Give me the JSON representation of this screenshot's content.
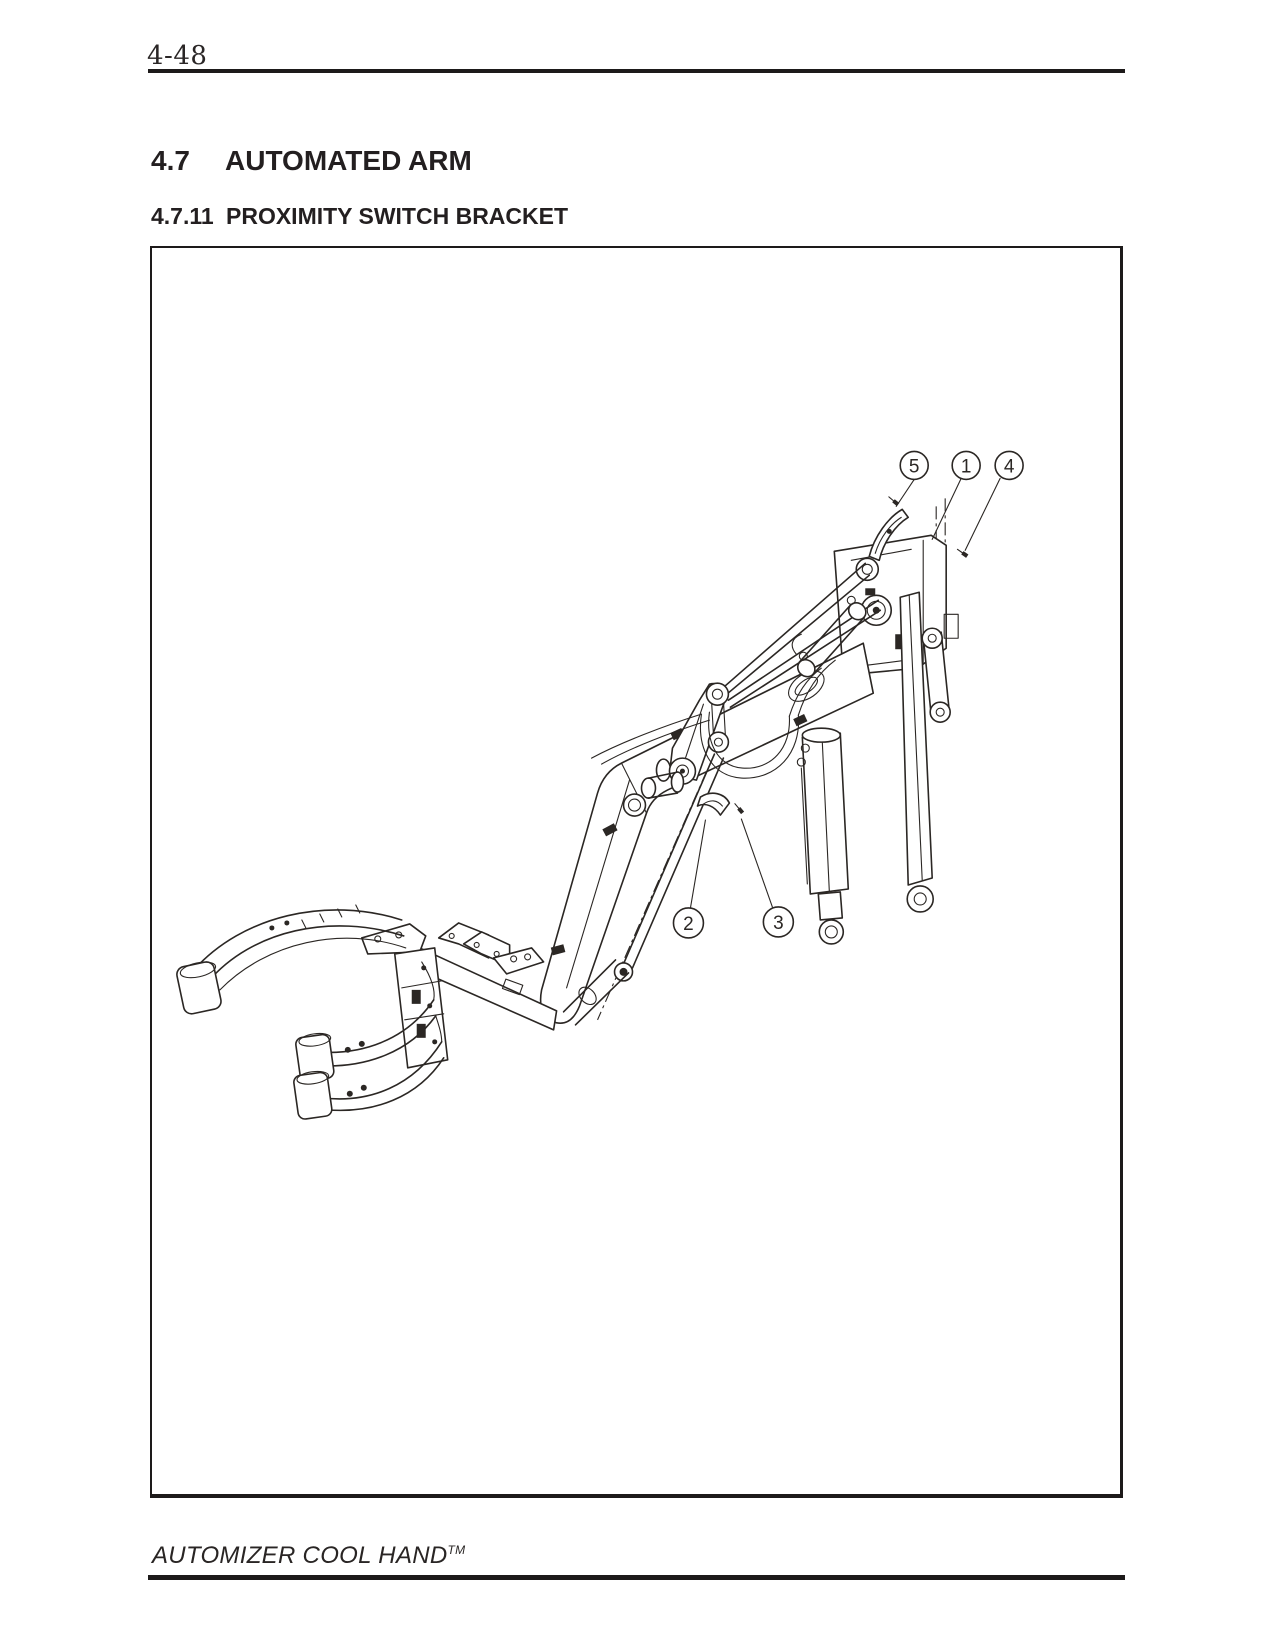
{
  "page": {
    "number": "4-48"
  },
  "section": {
    "number": "4.7",
    "title": "AUTOMATED ARM"
  },
  "subsection": {
    "number": "4.7.11",
    "title": "PROXIMITY SWITCH BRACKET"
  },
  "figure": {
    "callouts": [
      {
        "label": "5"
      },
      {
        "label": "1"
      },
      {
        "label": "4"
      },
      {
        "label": "2"
      },
      {
        "label": "3"
      }
    ]
  },
  "footer": {
    "brand": "AUTOMIZER COOL HAND",
    "trademark": "TM"
  },
  "colors": {
    "ink": "#231f20"
  }
}
